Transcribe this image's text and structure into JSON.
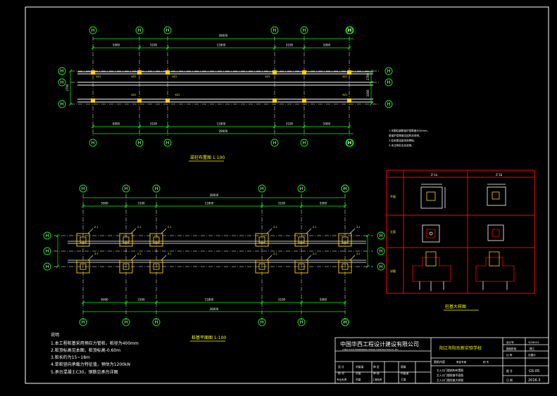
{
  "colors": {
    "background": "#000000",
    "frame": "#ffffff",
    "grid_line": "#ffffff",
    "axis_bubble": "#00ff00",
    "dimension": "#00ff00",
    "column": "#ffd400",
    "beam_label": "#ffff00",
    "title_text": "#ffff00",
    "red_table": "#ff0000",
    "cyan_text": "#00ffff"
  },
  "plan1": {
    "axis_labels_top": [
      "H",
      "H",
      "H",
      "H",
      "H",
      "H",
      "H"
    ],
    "axis_labels_bottom": [
      "H",
      "H",
      "H",
      "H",
      "H",
      "H",
      "H"
    ],
    "axis_labels_left": [
      "H",
      "H",
      "H"
    ],
    "axis_labels_right": [
      "H",
      "H",
      "H"
    ],
    "dim_total_top": "28000",
    "dim_top": [
      "5000",
      "3100",
      "11800",
      "3100",
      "5000"
    ],
    "dim_bottom": [
      "6000",
      "3100",
      "11800",
      "3100",
      "5000"
    ],
    "dim_total_bottom": "28000",
    "dim_left": [
      "2700"
    ],
    "dim_right": [
      "2700",
      "3300"
    ],
    "beam_tags": [
      "KZ1",
      "KZ2",
      "KZ2",
      "KZ2",
      "KZ1",
      "KZ2",
      "KZ2",
      "KZ1"
    ],
    "title": "梁柱布置图 1:100"
  },
  "notes1": {
    "lines": [
      "1.本图柱钢筋保护层厚度为30mm。",
      "  梁保护层厚度见结构总说明。",
      "2.柱纵筋连接采用焊接。",
      "3.未注明处见总说明。"
    ]
  },
  "plan2": {
    "axis_labels_top": [
      "H",
      "H",
      "H",
      "H",
      "H",
      "H",
      "H"
    ],
    "axis_labels_bottom": [
      "H",
      "H",
      "H",
      "H",
      "H",
      "H",
      "H"
    ],
    "axis_labels_left": [
      "H",
      "H",
      "H"
    ],
    "axis_labels_right": [
      "H",
      "H",
      "H"
    ],
    "dim_total_top": "28000",
    "dim_top": [
      "5000",
      "3100",
      "11800",
      "3100",
      "5000"
    ],
    "dim_bottom": [
      "6000",
      "3100",
      "11800",
      "3100",
      "5000"
    ],
    "dim_total_bottom": "28000",
    "pile_tag": "Z-1",
    "title": "桩基平面图 1:100"
  },
  "notes2": {
    "header": "说明",
    "lines": [
      "1.本工程桩基采用预应力管桩，桩径为400mm",
      "2.桩顶标高见本图，桩顶标高-0.60m",
      "3.桩长约为15~18m",
      "4.单桩竖向承载力特征值，预估为1200kN",
      "5.承台混凝土C30，钢筋见承台详图"
    ]
  },
  "detail_table": {
    "col_headers": [
      "Z-1a",
      "Z-1b"
    ],
    "row_labels": [
      "平面",
      "立面",
      "详图"
    ],
    "caption": "柱基大样图"
  },
  "title_block": {
    "company_cn": "中国华西工程设计建设有限公司",
    "company_en": "CHINA HUAXI ENGINEERING DESIGN CONSTRUCTION CO.,LTD",
    "project": "阳江市阳东新实验学校",
    "drawing_no_label": "设计号",
    "drawing_no": "YJ16015",
    "stage_label": "图纸阶段",
    "stage": "施工",
    "content_label": "图纸内容",
    "content_lines": [
      "主入口门楼结构布置图",
      "主入口门楼桩基平面图",
      "主入口门楼柱基大样图"
    ],
    "row1": [
      "设 计",
      "刘某某",
      "审 定",
      "邱某"
    ],
    "row2": [
      "校 对",
      "刘某",
      "审 核",
      "何某某"
    ],
    "row3": [
      "专业负责",
      "刘某",
      "工程负责",
      "王某"
    ],
    "sheet_label": "图 号",
    "sheet_no": "GS-05",
    "date_label": "日 期",
    "date": "2016.3",
    "scale_label": "比 例",
    "scale": "见图示",
    "note_label": "审定专家",
    "note": "阳 东"
  }
}
